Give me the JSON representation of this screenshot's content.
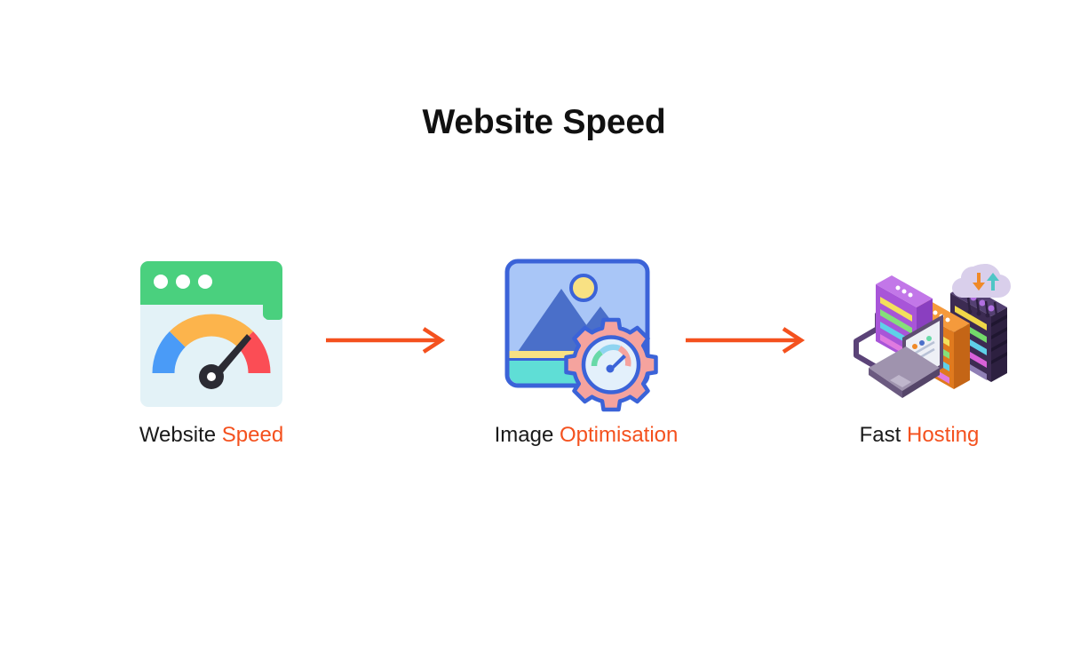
{
  "page": {
    "background_color": "#ffffff",
    "title": "Website Speed",
    "title_color": "#111111",
    "accent_color": "#f4511e"
  },
  "flow": {
    "steps": [
      {
        "id": "website-speed",
        "icon": "browser-speedometer-icon",
        "label_primary": "Website",
        "label_accent": "Speed",
        "icon_colors": {
          "window_header": "#4ad07e",
          "window_body": "#e3f2f7",
          "gauge_blue": "#4a9bf7",
          "gauge_orange": "#fcb44c",
          "gauge_red": "#fb4d55",
          "needle": "#2b2b33"
        }
      },
      {
        "id": "image-optimisation",
        "icon": "image-gear-speedometer-icon",
        "label_primary": "Image",
        "label_accent": "Optimisation",
        "icon_colors": {
          "outline": "#3b63d8",
          "sky": "#a9c6f7",
          "sun": "#f8e183",
          "mountain": "#4a6fc9",
          "sand": "#f8e183",
          "water": "#5fded6",
          "gear": "#f5a39e",
          "gear_inner": "#e3f0fb"
        }
      },
      {
        "id": "fast-hosting",
        "icon": "servers-laptop-cloud-isometric-icon",
        "label_primary": "Fast",
        "label_accent": "Hosting",
        "icon_colors": {
          "rack_purple": "#a855d8",
          "rack_orange": "#f08a28",
          "rack_dark": "#4a3465",
          "laptop_body": "#5f4d72",
          "cloud": "#d9cfeb",
          "cable": "#5b4378",
          "arrow_down": "#f08a28",
          "arrow_up": "#4ec6c6"
        }
      }
    ],
    "connectors": [
      {
        "id": "arrow-1",
        "direction": "right",
        "color": "#f4511e"
      },
      {
        "id": "arrow-2",
        "direction": "right",
        "color": "#f4511e"
      }
    ]
  }
}
